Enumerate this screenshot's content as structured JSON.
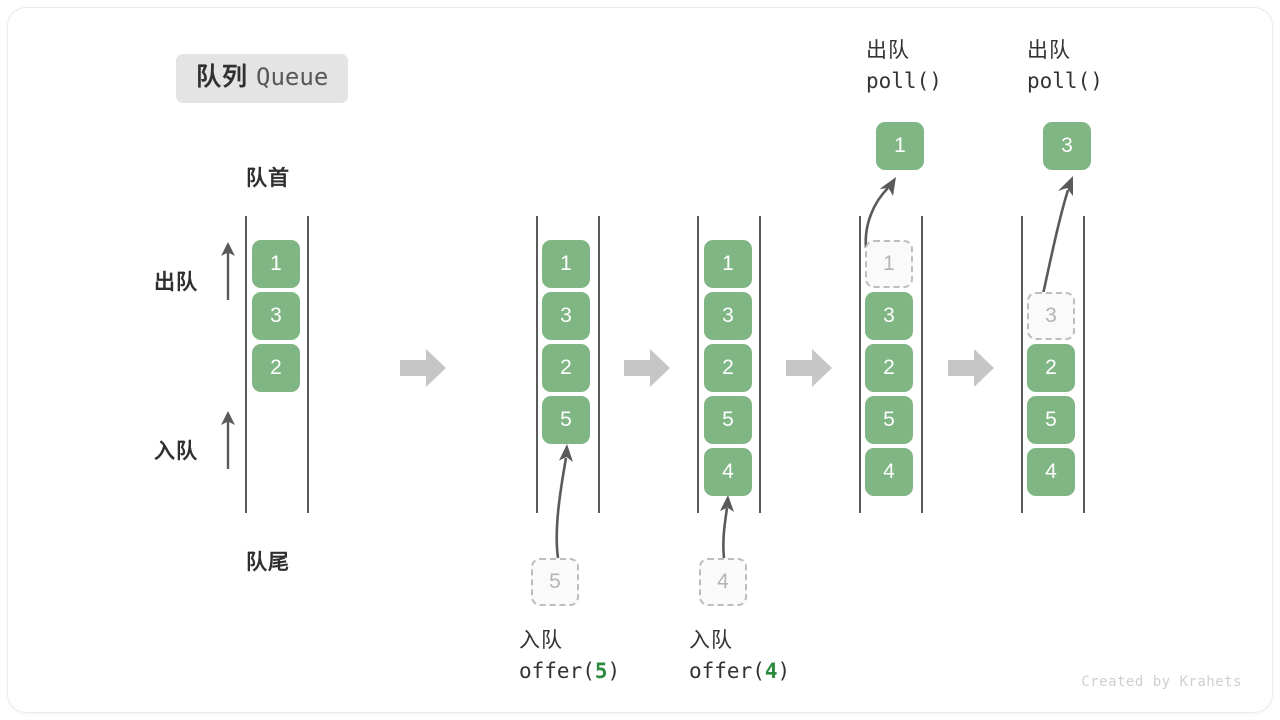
{
  "title": {
    "cn": "队列",
    "en": "Queue"
  },
  "labels": {
    "front": "队首",
    "rear": "队尾",
    "dequeue": "出队",
    "enqueue": "入队"
  },
  "credit": "Created by Krahets",
  "colors": {
    "element_green": "#7fb683",
    "ghost_gray": "#bdbdbd",
    "rail_gray": "#5a5a5a",
    "flow_arrow_gray": "#c6c6c6",
    "code_accent_green": "#2b8a3e",
    "badge_bg": "#e4e4e4",
    "text_dark": "#333333",
    "credit_gray": "#cfcfcf"
  },
  "panels": [
    {
      "id": "initial",
      "caption_cn": "",
      "caption_code": "",
      "items": [
        "1",
        "3",
        "2"
      ],
      "ghost_index": -1,
      "incoming_value": "",
      "result_value": ""
    },
    {
      "id": "offer-5",
      "caption_cn": "入队",
      "caption_code_prefix": "offer(",
      "caption_code_num": "5",
      "caption_code_suffix": ")",
      "items": [
        "1",
        "3",
        "2",
        "5"
      ],
      "ghost_index": -1,
      "incoming_value": "5",
      "result_value": ""
    },
    {
      "id": "offer-4",
      "caption_cn": "入队",
      "caption_code_prefix": "offer(",
      "caption_code_num": "4",
      "caption_code_suffix": ")",
      "items": [
        "1",
        "3",
        "2",
        "5",
        "4"
      ],
      "ghost_index": -1,
      "incoming_value": "4",
      "result_value": ""
    },
    {
      "id": "poll-1",
      "caption_cn": "出队",
      "caption_code_prefix": "poll(",
      "caption_code_num": "",
      "caption_code_suffix": ")",
      "items": [
        "1",
        "3",
        "2",
        "5",
        "4"
      ],
      "ghost_index": 0,
      "incoming_value": "",
      "result_value": "1"
    },
    {
      "id": "poll-3",
      "caption_cn": "出队",
      "caption_code_prefix": "poll(",
      "caption_code_num": "",
      "caption_code_suffix": ")",
      "items": [
        "3",
        "2",
        "5",
        "4"
      ],
      "ghost_index": 0,
      "incoming_value": "",
      "result_value": "3"
    }
  ],
  "chart_data": {
    "type": "diagram",
    "title": "队列 Queue",
    "steps": [
      {
        "operation": "initial",
        "queue": [
          "1",
          "3",
          "2"
        ]
      },
      {
        "operation": "offer(5)",
        "queue": [
          "1",
          "3",
          "2",
          "5"
        ],
        "pushed": "5"
      },
      {
        "operation": "offer(4)",
        "queue": [
          "1",
          "3",
          "2",
          "5",
          "4"
        ],
        "pushed": "4"
      },
      {
        "operation": "poll()",
        "queue": [
          "3",
          "2",
          "5",
          "4"
        ],
        "popped": "1"
      },
      {
        "operation": "poll()",
        "queue": [
          "2",
          "5",
          "4"
        ],
        "popped": "3"
      }
    ]
  }
}
